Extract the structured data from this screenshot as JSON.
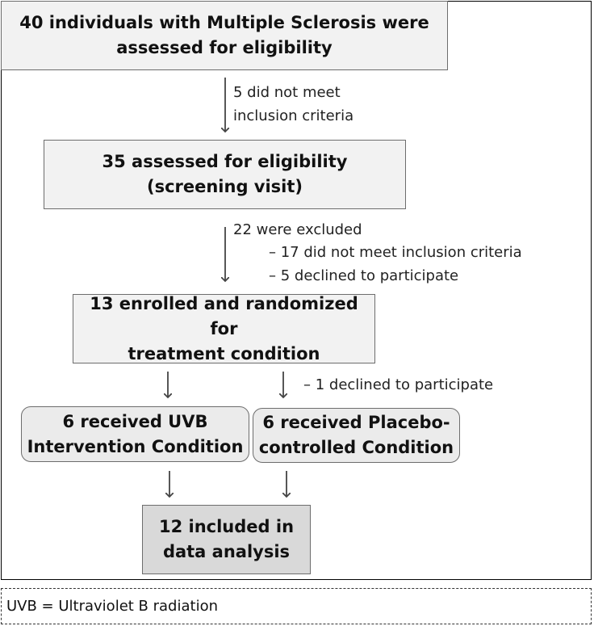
{
  "boxes": {
    "assessed_initial": "40 individuals with Multiple Sclerosis were\nassessed for eligibility",
    "screening": "35 assessed for eligibility\n(screening visit)",
    "enrolled": "13 enrolled and randomized for\ntreatment condition",
    "uvb": "6 received  UVB\nIntervention Condition",
    "placebo": "6 received  Placebo-\ncontrolled Condition",
    "analysis": "12 included in\ndata analysis"
  },
  "notes": {
    "not_met_line1": "5 did not meet",
    "not_met_line2": "inclusion criteria",
    "excluded_title": "22 were excluded",
    "excluded_item1": "–  17 did not meet inclusion criteria",
    "excluded_item2": "–  5 declined to participate",
    "declined_placebo": "–  1 declined to participate"
  },
  "footnote": "UVB = Ultraviolet B radiation"
}
